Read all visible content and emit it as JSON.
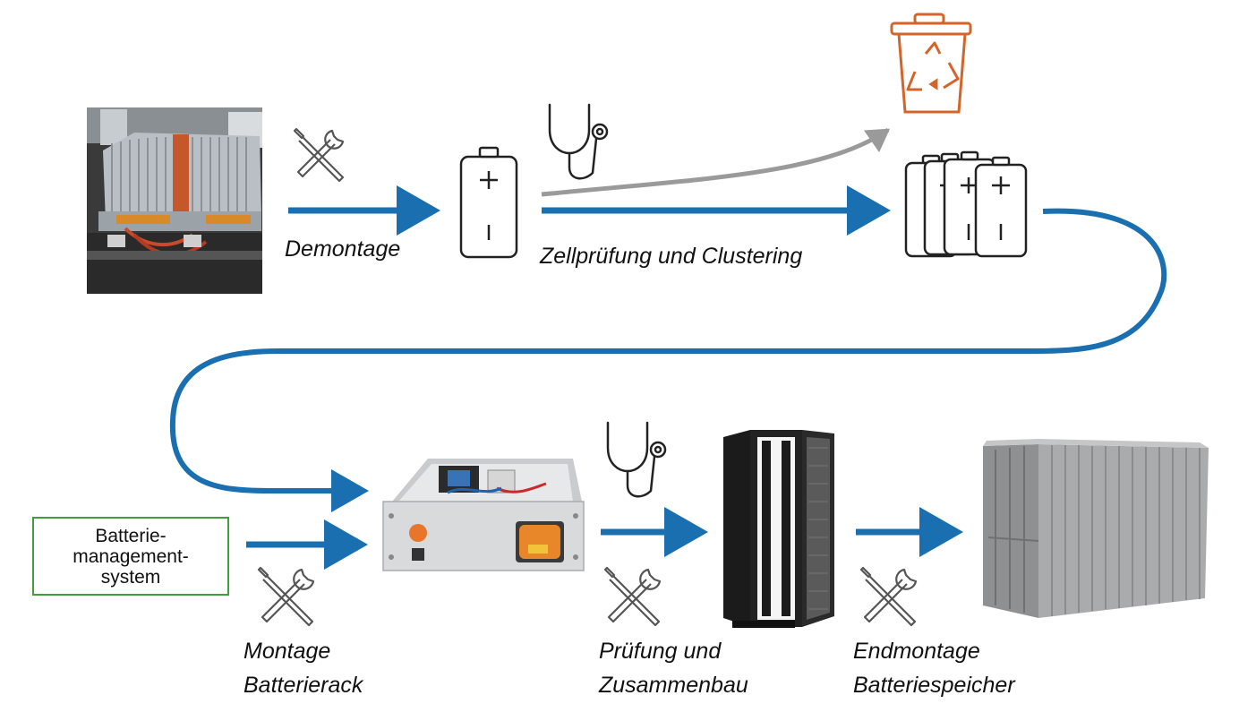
{
  "colors": {
    "flow": "#1a6fb0",
    "discard": "#9a9a9a",
    "recycle": "#d3652a",
    "bms_border": "#3f9f3f"
  },
  "icons": [
    "battery-pack-photo",
    "tools-icon",
    "battery-cell-icon",
    "stethoscope-icon",
    "recycle-bin-icon",
    "battery-cells-group-icon",
    "battery-rack-photo",
    "server-rack-icon",
    "shipping-container-icon"
  ],
  "labels": {
    "demontage": "Demontage",
    "zellpruefung": "Zellprüfung und Clustering",
    "montage_line1": "Montage",
    "montage_line2": "Batterierack",
    "pruefung_line1": "Prüfung und",
    "pruefung_line2": "Zusammenbau",
    "endmontage_line1": "Endmontage",
    "endmontage_line2": "Batteriespeicher"
  },
  "bms": {
    "line1": "Batterie-",
    "line2": "management-",
    "line3": "system"
  }
}
